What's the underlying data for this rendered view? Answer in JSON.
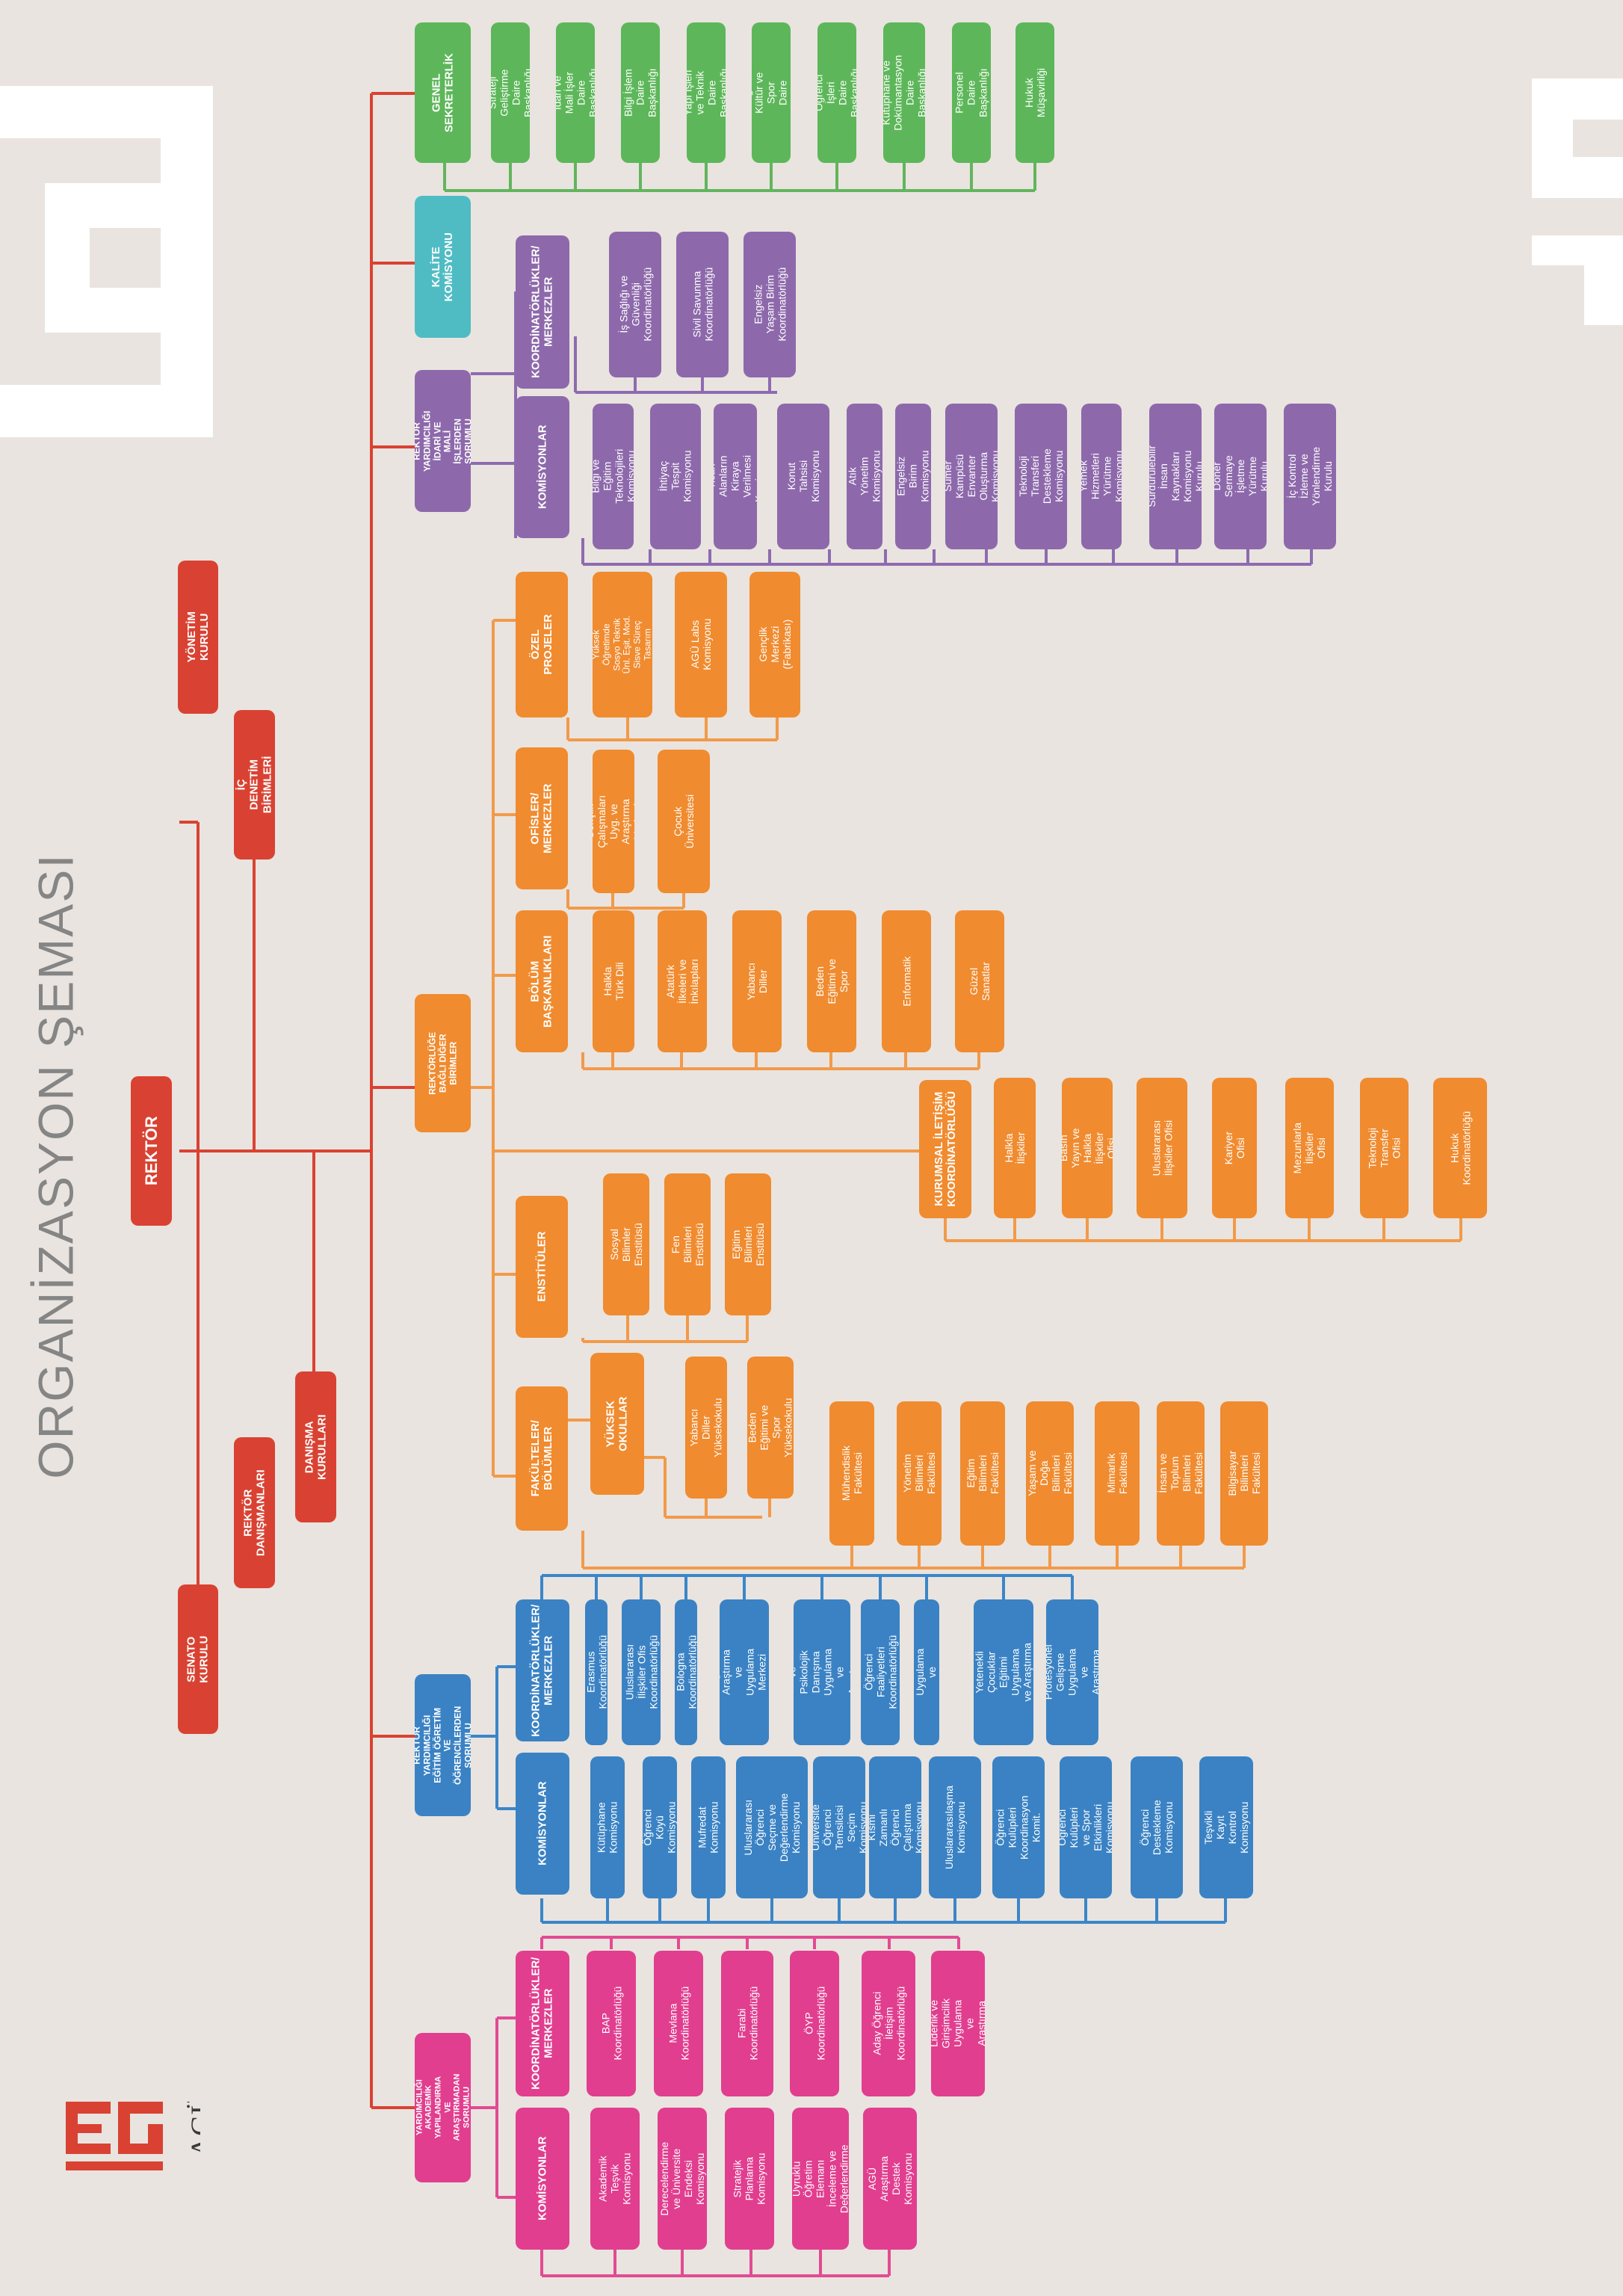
{
  "title": "ORGANİZASYON ŞEMASI",
  "colors": {
    "red": "#d94232",
    "green": "#5db75a",
    "teal": "#4fbcc4",
    "purple": "#8d69ab",
    "orange": "#f08b2f",
    "blue": "#3a82c4",
    "pink": "#e13e8f",
    "line_orange": "#f29a4a",
    "line_purple": "#8e6bb0",
    "line_blue": "#3b86c8",
    "line_pink": "#e24b93",
    "line_green": "#62b55d"
  },
  "logo": {
    "brand": "AGÜ"
  },
  "top": {
    "rektor": "REKTÖR",
    "senato": "SENATO KURULU",
    "yonetim": "YÖNETİM KURULU",
    "ic_denetim": "İÇ DENETİM BİRİMLERİ",
    "rektor_danismanlari": "REKTÖR DANIŞMANLARI",
    "danisma": "DANIŞMA KURULLARI"
  },
  "genel": {
    "header": "GENEL SEKRETERLİK",
    "items": [
      "Strateji Geliştirme Daire Başkanlığı",
      "İdari ve Mali İşler Daire Başkanlığı",
      "Bilgi İşlem Daire Başkanlığı",
      "Yapı İşleri ve Teknik Daire Başkanlığı",
      "Sağlık, Kültür ve Spor Daire Başkanlığı",
      "Öğrenci İşleri Daire Başkanlığı",
      "Kütüphane ve Dokümantasyon Daire Başkanlığı",
      "Personel Daire Başkanlığı",
      "Hukuk Müşavirliği"
    ]
  },
  "kalite": "KALİTE KOMİSYONU",
  "idari": {
    "header": "REKTÖR YARDIMCILIĞI İDARİ VE MALİ İŞLERDEN SORUMLU",
    "koord_header": "KOORDİNATÖRLÜKLER/ MERKEZLER",
    "koord": [
      "İş Sağlığı ve Güvenliği Koordinatörlüğü",
      "Sivil Savunma Koordinatörlüğü",
      "Engelsiz Yaşam Birim Koordinatörlüğü"
    ],
    "kom_header": "KOMİSYONLAR",
    "kom": [
      "Bilgi ve Eğitim Teknolojileri Komisyonu",
      "İhtiyaç Tespit Komisyonu",
      "Ticari Alanların Kiraya Verilmesi Komisyonu",
      "Konut Tahsisi Komisyonu",
      "Atık Yönetim Komisyonu",
      "Engelsiz Birim Komisyonu",
      "Sümer Kampüsü Envanter Oluşturma Komisyonu",
      "Teknoloji Transferi Destekleme Komisyonu",
      "Yemek Hizmetleri Yürütme Komisyonu",
      "Sürdürülebilir İnsan Kaynakları Komisyonu Kurulu",
      "Döner Sermaye İşletme Yürütme Kurulu",
      "İç Kontrol İzleme ve Yönlendirme Kurulu"
    ]
  },
  "rektorluk": {
    "header": "REKTÖRLÜĞE BAĞLI DİĞER BİRİMLER",
    "ozel": {
      "header": "ÖZEL PROJELER",
      "items": [
        "Yüksek Öğretimde Sosyo Teknik Ünl. Eşit. Mod. Sisve Süreç Tasarım",
        "AGÜ Labs Komisyonu",
        "Gençlik Merkezi (Fabrikası)"
      ]
    },
    "ofis": {
      "header": "OFİSLER/ MERKEZLER",
      "items": [
        "Gençlik Çalışmaları Uyg. ve Araştırma Merkezi",
        "Çocuk Üniversitesi"
      ]
    },
    "bolum": {
      "header": "BÖLÜM BAŞKANLIKLARI",
      "items": [
        "Halkla Türk Dili",
        "Atatürk İlkeleri ve İnkılapları",
        "Yabancı Diller",
        "Beden Eğitimi ve Spor",
        "Enformatik",
        "Güzel Sanatlar"
      ]
    },
    "kurumsal": {
      "header": "KURUMSAL İLETİŞİM KOORDİNATÖRLÜĞÜ",
      "items": [
        "Halkla İlişkiler",
        "Basın Yayın ve Halkla İlişkiler Ofisi",
        "Uluslararası İlişkiler Ofisi",
        "Kariyer Ofisi",
        "Mezunlarla İlişkiler Ofisi",
        "Teknoloji Transfer Ofisi",
        "Hukuk Koordinatörlüğü"
      ]
    },
    "enstitu": {
      "header": "ENSTİTÜLER",
      "items": [
        "Sosyal Bilimler Enstitüsü",
        "Fen Bilimleri Enstitüsü",
        "Eğitim Bilimleri Enstitüsü"
      ]
    },
    "yuksekokul": {
      "header": "YÜKSEK OKULLAR",
      "items": [
        "Yabancı Diller Yüksekokulu",
        "Beden Eğitimi ve Spor Yüksekokulu"
      ]
    },
    "fakulte": {
      "header": "FAKÜLTELER/ BÖLÜMLER",
      "items": [
        "Mühendislik Fakültesi",
        "Yönetim Bilimleri Fakültesi",
        "Eğitim Bilimleri Fakültesi",
        "Yaşam ve Doğa Bilimleri Fakültesi",
        "Mimarlık Fakültesi",
        "İnsan ve Toplum Bilimleri Fakültesi",
        "Bilgisayar Bilimleri Fakültesi"
      ]
    }
  },
  "egitim": {
    "header": "REKTÖR YARDIMCILIĞI EĞİTİM ÖĞRETİM VE ÖĞRENCİLERDEN SORUMLU",
    "koord_header": "KOORDİNATÖRLÜKLER/ MERKEZLER",
    "koord": [
      "Erasmus Koordinatörlüğü",
      "Uluslararası İlişkiler Ofis Koordinatörlüğü",
      "Bologna Koordinatörlüğü",
      "Sürekli Eğitim Araştırma ve Uygulama Merkezi (AGÜ Akademi)",
      "Rehberlik ve Psikolojik Danışma Uygulama ve Araştırma Merkezi",
      "Öğrenci Faaliyetleri Koordinatörlüğü",
      "Dijital Yayınlar Uygulama ve Araştırma Merkezi",
      "Üstün Yetenekli Çocuklar Eğitimi Uygulama ve Araştırma Merkezi",
      "Kariyer ve Profesyonel Gelişme Uygulama ve Araştırma Merkezi"
    ],
    "kom_header": "KOMİSYONLAR",
    "kom": [
      "Kütüphane Komisyonu",
      "Öğrenci Köyü Komisyonu",
      "Mufredat Komisyonu",
      "Uluslararası Öğrenci Seçme ve Değerlendirme Komisyonu",
      "Üniversite Öğrenci Temsilcisi Seçim Komisyonu",
      "Kısmi Zamanlı Öğrenci Çalıştırma Komisyonu",
      "Uluslararasılaşma Komisyonu",
      "Öğrenci Kulüpleri Koordinasyon Komit.",
      "Öğrenci Kulüpleri ve Spor Etkinlikleri Komisyonu",
      "Öğrenci Destekleme Komisyonu",
      "Teşvikli Kayıt Kontrol Komisyonu"
    ]
  },
  "akademik": {
    "header": "REKTÖR YARDIMCILIĞI AKADEMİK YAPILANDIRMA VE ARAŞTIRMADAN SORUMLU (PROVOST)",
    "koord_header": "KOORDİNATÖRLÜKLER/ MERKEZLER",
    "koord": [
      "BAP Koordinatörlüğü",
      "Mevlana Koordinatörlüğü",
      "Farabi Koordinatörlüğü",
      "ÖYP Koordinatörlüğü",
      "Aday Öğrenci İletişim Koordinatörlüğü",
      "Ortadoğu Liderlik ve Girişimcilik Uygulama ve Araştırma Merkezi"
    ],
    "kom_header": "KOMİSYONLAR",
    "kom": [
      "Akademik Teşvik Komisyonu",
      "Derecelendirme ve Üniversite Endeksi Komisyonu",
      "Stratejik Planlama Komisyonu",
      "Yabancı Uyruklu Öğretim Elemanı İnceleme ve Değerlendirme Komisyonu",
      "AGÜ Araştırma Destek Komisyonu"
    ]
  }
}
